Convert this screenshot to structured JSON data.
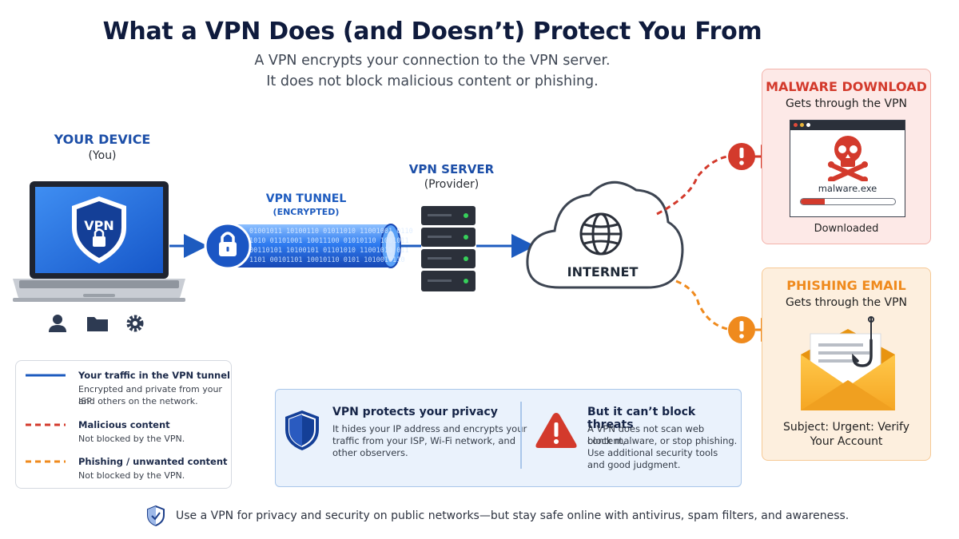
{
  "header": {
    "title": "What a VPN Does (and Doesn’t) Protect You From",
    "subtitle_line1": "A VPN encrypts your connection to the VPN server.",
    "subtitle_line2": "It does not block malicious content or phishing."
  },
  "device": {
    "label": "YOUR DEVICE",
    "sublabel": "(You)",
    "screen_badge": "VPN",
    "icons": [
      "user-icon",
      "folder-icon",
      "gear-icon"
    ]
  },
  "tunnel": {
    "label": "VPN TUNNEL",
    "sublabel": "(ENCRYPTED)",
    "binary_row1": "01001011 10100110 01011010 11001001 0110",
    "binary_row2": "1010 01101001 10011100 01010110 1001011",
    "binary_row3": "00110101 10100101 01101010 11001010 011",
    "binary_row4": "1101 00101101 10010110 0101 1010010110"
  },
  "server": {
    "label": "VPN SERVER",
    "sublabel": "(Provider)"
  },
  "internet": {
    "label": "INTERNET"
  },
  "malware_card": {
    "title": "MALWARE DOWNLOAD",
    "subtitle": "Gets through the VPN",
    "filename": "malware.exe",
    "status": "Downloaded",
    "progress": 0.25
  },
  "phishing_card": {
    "title": "PHISHING EMAIL",
    "subtitle": "Gets through the VPN",
    "caption_line1": "Subject: Urgent: Verify",
    "caption_line2": "Your Account"
  },
  "legend": {
    "items": [
      {
        "title": "Your traffic in the VPN tunnel",
        "desc_line1": "Encrypted and private from your ISP",
        "desc_line2": "and others on the network.",
        "style": "solid",
        "color": "#1d5bbf"
      },
      {
        "title": "Malicious content",
        "desc_line1": "Not blocked by the VPN.",
        "desc_line2": "",
        "style": "dashed",
        "color": "#d33a2c"
      },
      {
        "title": "Phishing / unwanted content",
        "desc_line1": "Not blocked by the VPN.",
        "desc_line2": "",
        "style": "dashed",
        "color": "#ef8a1d"
      }
    ]
  },
  "info": {
    "left_title": "VPN protects your privacy",
    "left_line1": "It hides your IP address and encrypts your",
    "left_line2": "traffic from your ISP, Wi-Fi network, and",
    "left_line3": "other observers.",
    "right_title": "But it can’t block threats",
    "right_line1": "A VPN does not scan web content,",
    "right_line2": "block malware, or stop phishing.",
    "right_line3": "Use additional security tools",
    "right_line4": "and good judgment."
  },
  "footer": {
    "text": "Use a VPN for privacy and security on public networks—but stay safe online with antivirus, spam filters, and awareness."
  },
  "colors": {
    "navy": "#0f1b3d",
    "blue": "#1d5bbf",
    "red": "#d33a2c",
    "orange": "#ef8a1d"
  }
}
